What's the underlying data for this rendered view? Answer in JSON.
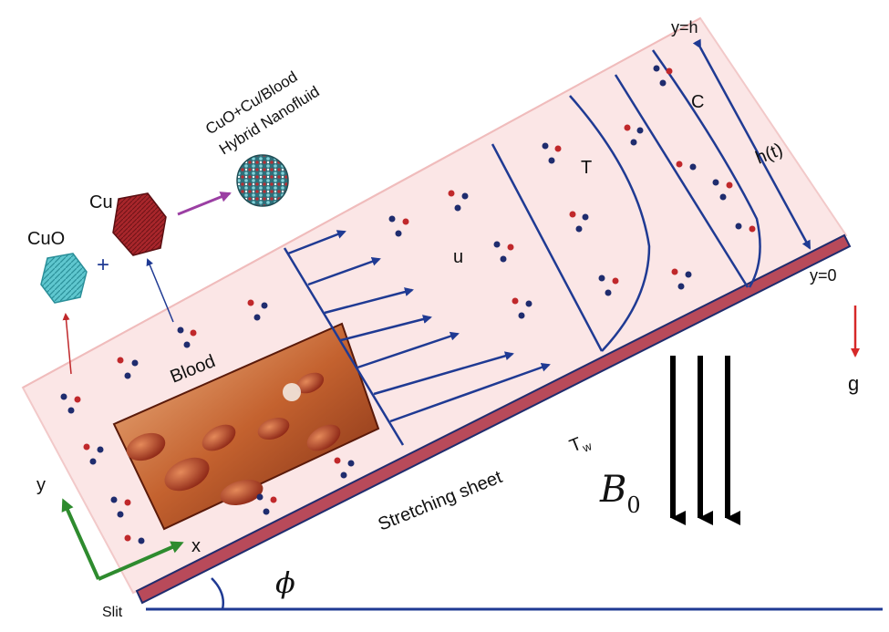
{
  "labels": {
    "cuo": "CuO",
    "plus": "+",
    "cu": "Cu",
    "hybrid_line1": "CuO+Cu/Blood",
    "hybrid_line2": "Hybrid Nanofluid",
    "blood": "Blood",
    "u": "u",
    "temperature": "T",
    "concentration": "C",
    "y_top": "y=h",
    "y_bottom": "y=0",
    "h_t": "h(t)",
    "gravity": "g",
    "stretching_sheet": "Stretching sheet",
    "wall_temp": "T",
    "wall_temp_sub": "w",
    "magnetic": "B",
    "magnetic_sub": "0",
    "angle": "ϕ",
    "slit": "Slit",
    "axis_x": "x",
    "axis_y": "y"
  },
  "colors": {
    "fluid_band": "#fbe6e6",
    "fluid_edge": "#f2c9c9",
    "sheet": "#b84a5a",
    "profile": "#1f3a93",
    "dot_red": "#c0282b",
    "dot_blue": "#1f2c6e",
    "axes": "#2e8b2e",
    "gravity": "#d62828",
    "cuo_particle": "#5fc7cf",
    "cu_particle": "#a8262b",
    "magnetic_field": "#000000",
    "hybrid_arrow": "#9b3fa3"
  }
}
